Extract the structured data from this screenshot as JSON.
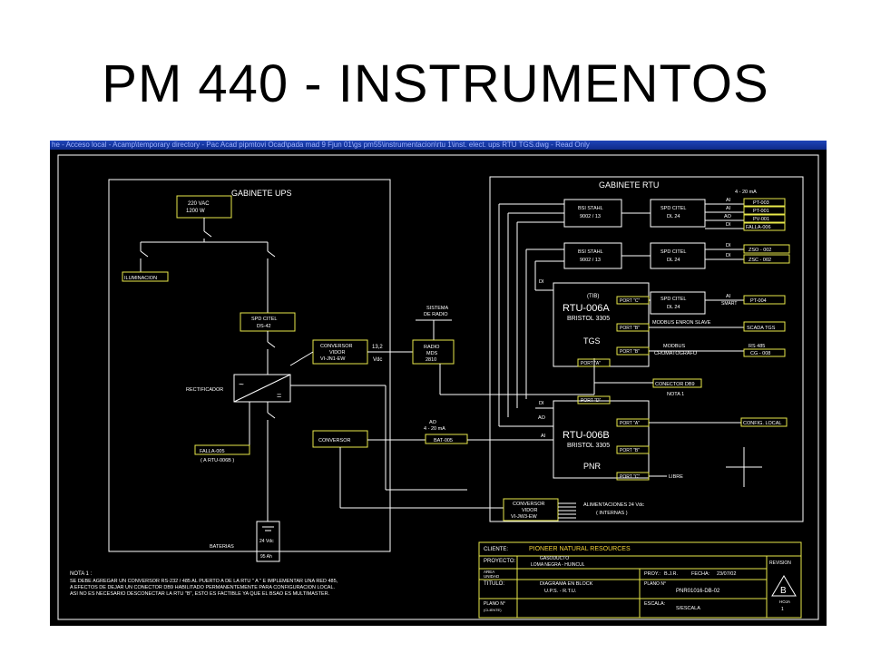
{
  "slide": {
    "title": "PM 440 - INSTRUMENTOS"
  },
  "window": {
    "title_bar": "he - Acceso local - Acamp\\temporary directory - Pac Acad pipmtovi Ocad\\pada mad 9 Fjun 01\\gs pm55\\instrumentacion\\rtu 1\\inst. elect. ups RTU TGS.dwg - Read Only"
  },
  "ups": {
    "title": "GABINETE  UPS",
    "supply_line1": "220  VAC",
    "supply_line2": "1200  W",
    "iluminacion": "ILUMINACION",
    "spd_line1": "SPD  CITEL",
    "spd_line2": "DS-42",
    "rectificador": "RECTIFICADOR",
    "falla_tag": "FALLA-005",
    "falla_note": "( A  RTU-006B )",
    "baterias": "BATERIAS",
    "bat_voltage": "24 Vdc",
    "bat_capacity": "95 Ah"
  },
  "middle": {
    "conv1_line1": "CONVERSOR",
    "conv1_line2": "VIDOR",
    "conv1_line3": "VI-JN1-EW",
    "rs_label": "13,2",
    "vdc_label": "Vdc",
    "radio_system_line1": "SISTEMA",
    "radio_system_line2": "DE RADIO",
    "radio_line1": "RADIO",
    "radio_line2": "MDS",
    "radio_line3": "2810",
    "conv2": "CONVERSOR",
    "ao_label": "AO",
    "ma_label": "4 - 20 mA",
    "bat_tag": "BAT-005",
    "conv3_line1": "CONVERSOR",
    "conv3_line2": "VIDOR",
    "conv3_line3": "VI-JW3-EW",
    "alim_line1": "ALIMENTACIONES  24  Vdc",
    "alim_line2": "( INTERNAS )"
  },
  "rtu": {
    "title": "GABINETE  RTU",
    "ma_header": "4 - 20 mA",
    "bsi1_line1": "BSI  STAHL",
    "bsi1_line2": "9002 / 13",
    "bsi2_line1": "BSI  STAHL",
    "bsi2_line2": "9002 / 13",
    "spd1_line1": "SPD  CITEL",
    "spd1_line2": "DL  24",
    "spd2_line1": "SPD  CITEL",
    "spd2_line2": "DL  24",
    "spd3_line1": "SPD  CITEL",
    "spd3_line2": "DL  24",
    "io_ai1": "AI",
    "io_ai2": "AI",
    "io_ao": "AO",
    "io_di": "DI",
    "io_di2": "DI",
    "io_di3": "DI",
    "io_ai_smart": "AI",
    "smart": "SMART",
    "tag_pt003": "PT-003",
    "tag_pt001": "PT-001",
    "tag_pv001": "PV-001",
    "tag_falla006": "FALLA-006",
    "tag_zso002": "ZSO - 002",
    "tag_zsc002": "ZSC - 002",
    "tag_pt004": "PT-004",
    "rtu_a_ref": "(TIB)",
    "rtu_a_line1": "RTU-006A",
    "rtu_a_line2": "BRISTOL  3305",
    "rtu_a_site": "TGS",
    "port_c": "PORT \"C\"",
    "port_b": "PORT \"B\"",
    "port_b2": "PORT \"B\"",
    "port_a": "PORT \"A\"",
    "modbus_enron": "MODBUS  ENRON  SLAVE",
    "scada_tgs": "SCADA  TGS",
    "modbus": "MODBUS",
    "cromatografo": "CROMATOGRAFO",
    "rs485": "RS 485",
    "cg_tag": "CG - 008",
    "conector_db9": "CONECTOR DB9",
    "nota1": "NOTA  1",
    "di_left": "DI",
    "di_left2": "DI",
    "ao_left": "AO",
    "ai_left": "AI",
    "rtu_b_port_d": "PORT \"D\"",
    "rtu_b_port_a": "PORT \"A\"",
    "rtu_b_port_b": "PORT \"B\"",
    "rtu_b_port_c": "PORT \"C\"",
    "rtu_b_line1": "RTU-006B",
    "rtu_b_line2": "BRISTOL  3305",
    "rtu_b_site": "PNR",
    "config_local": "CONFIG.  LOCAL",
    "libre": "LIBRE"
  },
  "note": {
    "header": "NOTA 1 :",
    "line1": "SE DEBE AGREGAR UN CONVERSOR RS-232 / 485 AL PUERTO A DE LA RTU \" A \" E IMPLEMENTAR UNA RED 485,",
    "line2": "A EFECTOS DE DEJAR UN CONECTOR DB9 HABILITADO PERMANENTEMENTE PARA CONFIGURACION LOCAL.",
    "line3": "ASI NO ES NECESARIO DESCONECTAR LA RTU \"B\", ESTO ES FACTIBLE YA QUE EL BSAO ES MULTIMASTER."
  },
  "title_block": {
    "cliente_label": "CLIENTE:",
    "cliente_value": "PIONEER  NATURAL  RESOURCES",
    "proyecto_label": "PROYECTO:",
    "proyecto_value1": "GASODUCTO",
    "proyecto_value2": "LOMA  NEGRA  -  HUINCUL",
    "area_label1": "AREA",
    "area_label2": "UNIDAD",
    "prov_label": "PROY.:",
    "prov_value": "B.J.R.",
    "fecha_label": "FECHA:",
    "fecha_value": "23/07/02",
    "revision_label": "REVISION",
    "titulo_label": "TITULO:",
    "titulo_value1": "DIAGRAMA  EN  BLOCK",
    "titulo_value2": "U.P.S.   -   R.T.U.",
    "plano_label": "PLANO  N°",
    "plano_value": "PNR01016-DB-02",
    "plano_cliente_label": "PLANO  N°",
    "plano_cliente_sub": "(CLIENTE)",
    "escala_label": "ESCALA:",
    "escala_value": "S/ESCALA",
    "hoja_label": "HOJA",
    "hoja_value": "1",
    "rev_value": "B"
  },
  "colors": {
    "background": "#000000",
    "line": "#ffffff",
    "accent": "#f2d23a",
    "titlebar": "#1e44b8"
  }
}
